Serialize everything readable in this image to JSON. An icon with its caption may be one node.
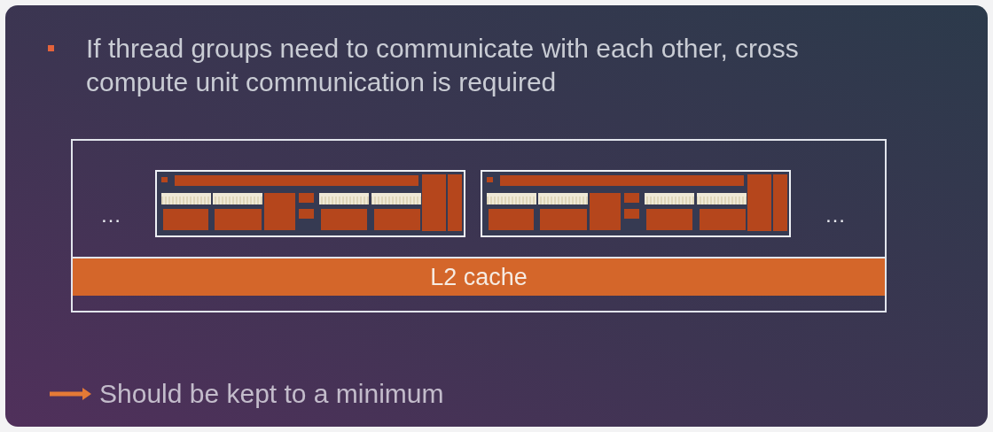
{
  "diagram": {
    "nodes": [
      {
        "text": [],
        "shape": "box"
      },
      {
        "text": [],
        "shape": "picture",
        "in": 0
      },
      {
        "text": [],
        "shape": "picture",
        "in": 0
      },
      {
        "text": [
          "L2 cache"
        ],
        "in": 0
      }
    ],
    "labels": [
      "If thread groups need to communicate with each other, cross compute unit communication is required",
      "…",
      "…",
      "Should be kept to a minimum"
    ]
  }
}
